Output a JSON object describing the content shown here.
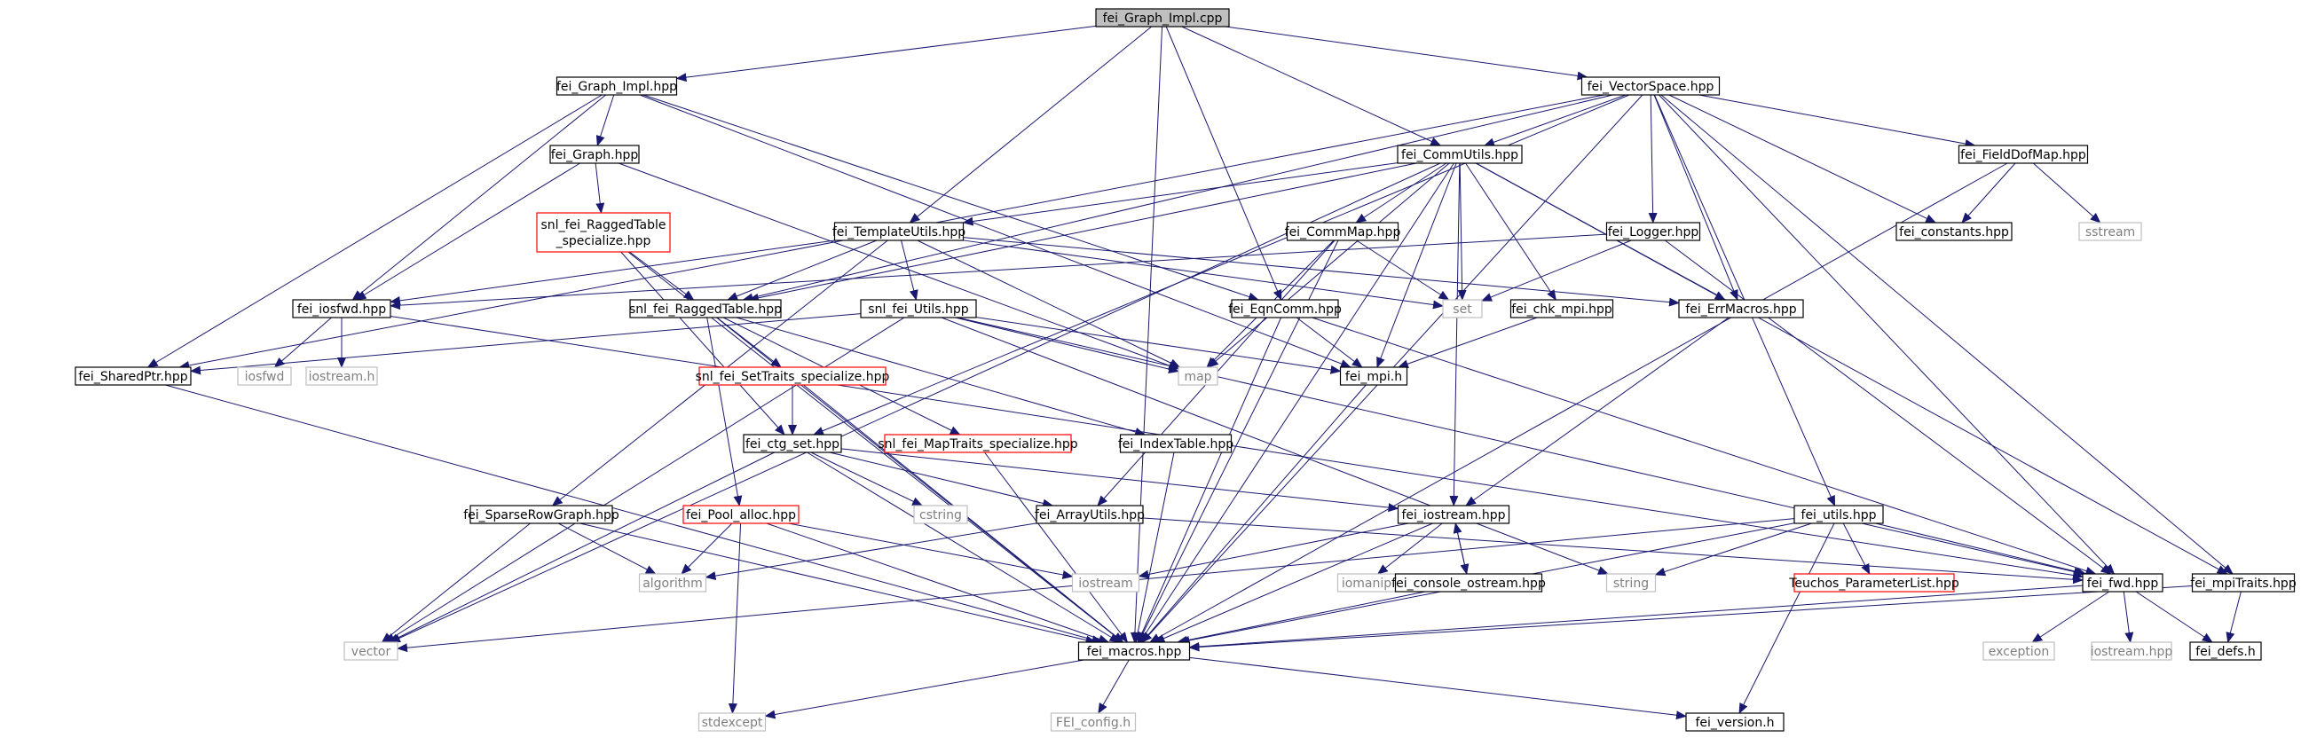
{
  "title": "fei_Graph_Impl.cpp",
  "nodes": [
    {
      "id": "root",
      "label": "fei_Graph_Impl.cpp",
      "style": "root"
    },
    {
      "id": "graph_impl_hpp",
      "label": "fei_Graph_Impl.hpp",
      "style": "normal"
    },
    {
      "id": "vectorspace",
      "label": "fei_VectorSpace.hpp",
      "style": "normal"
    },
    {
      "id": "graph_hpp",
      "label": "fei_Graph.hpp",
      "style": "normal"
    },
    {
      "id": "commutils",
      "label": "fei_CommUtils.hpp",
      "style": "normal"
    },
    {
      "id": "fielddofmap",
      "label": "fei_FieldDofMap.hpp",
      "style": "normal"
    },
    {
      "id": "snl_ragged_spec",
      "label": "snl_fei_RaggedTable\n_specialize.hpp",
      "style": "red"
    },
    {
      "id": "templateutils",
      "label": "fei_TemplateUtils.hpp",
      "style": "normal"
    },
    {
      "id": "commmap",
      "label": "fei_CommMap.hpp",
      "style": "normal"
    },
    {
      "id": "logger",
      "label": "fei_Logger.hpp",
      "style": "normal"
    },
    {
      "id": "constants",
      "label": "fei_constants.hpp",
      "style": "normal"
    },
    {
      "id": "sstream",
      "label": "sstream",
      "style": "gray"
    },
    {
      "id": "iosfwd_hpp",
      "label": "fei_iosfwd.hpp",
      "style": "normal"
    },
    {
      "id": "snl_ragged",
      "label": "snl_fei_RaggedTable.hpp",
      "style": "normal"
    },
    {
      "id": "snl_utils",
      "label": "snl_fei_Utils.hpp",
      "style": "normal"
    },
    {
      "id": "eqncomm",
      "label": "fei_EqnComm.hpp",
      "style": "normal"
    },
    {
      "id": "set",
      "label": "set",
      "style": "gray"
    },
    {
      "id": "chk_mpi",
      "label": "fei_chk_mpi.hpp",
      "style": "normal"
    },
    {
      "id": "errmacros",
      "label": "fei_ErrMacros.hpp",
      "style": "normal"
    },
    {
      "id": "sharedptr",
      "label": "fei_SharedPtr.hpp",
      "style": "normal"
    },
    {
      "id": "iosfwd",
      "label": "iosfwd",
      "style": "gray"
    },
    {
      "id": "iostream_h",
      "label": "iostream.h",
      "style": "gray"
    },
    {
      "id": "settraits",
      "label": "snl_fei_SetTraits_specialize.hpp",
      "style": "red"
    },
    {
      "id": "map",
      "label": "map",
      "style": "gray"
    },
    {
      "id": "mpi_h",
      "label": "fei_mpi.h",
      "style": "normal"
    },
    {
      "id": "ctg_set",
      "label": "fei_ctg_set.hpp",
      "style": "normal"
    },
    {
      "id": "maptraits",
      "label": "snl_fei_MapTraits_specialize.hpp",
      "style": "red"
    },
    {
      "id": "indextable",
      "label": "fei_IndexTable.hpp",
      "style": "normal"
    },
    {
      "id": "sparserowgraph",
      "label": "fei_SparseRowGraph.hpp",
      "style": "normal"
    },
    {
      "id": "pool_alloc",
      "label": "fei_Pool_alloc.hpp",
      "style": "red"
    },
    {
      "id": "cstring",
      "label": "cstring",
      "style": "gray"
    },
    {
      "id": "arrayutils",
      "label": "fei_ArrayUtils.hpp",
      "style": "normal"
    },
    {
      "id": "iostream_hpp",
      "label": "fei_iostream.hpp",
      "style": "normal"
    },
    {
      "id": "utils",
      "label": "fei_utils.hpp",
      "style": "normal"
    },
    {
      "id": "algorithm",
      "label": "algorithm",
      "style": "gray"
    },
    {
      "id": "iostream",
      "label": "iostream",
      "style": "gray"
    },
    {
      "id": "iomanip",
      "label": "iomanip",
      "style": "gray"
    },
    {
      "id": "console_ostream",
      "label": "fei_console_ostream.hpp",
      "style": "normal"
    },
    {
      "id": "string",
      "label": "string",
      "style": "gray"
    },
    {
      "id": "teuchos",
      "label": "Teuchos_ParameterList.hpp",
      "style": "red"
    },
    {
      "id": "fwd",
      "label": "fei_fwd.hpp",
      "style": "normal"
    },
    {
      "id": "mpitraits",
      "label": "fei_mpiTraits.hpp",
      "style": "normal"
    },
    {
      "id": "vector",
      "label": "vector",
      "style": "gray"
    },
    {
      "id": "macros",
      "label": "fei_macros.hpp",
      "style": "normal"
    },
    {
      "id": "exception",
      "label": "exception",
      "style": "gray"
    },
    {
      "id": "iostream_hpp2",
      "label": "iostream.hpp",
      "style": "gray"
    },
    {
      "id": "defs",
      "label": "fei_defs.h",
      "style": "normal"
    },
    {
      "id": "stdexcept",
      "label": "stdexcept",
      "style": "gray"
    },
    {
      "id": "fei_config",
      "label": "FEI_config.h",
      "style": "gray"
    },
    {
      "id": "version",
      "label": "fei_version.h",
      "style": "normal"
    }
  ],
  "edges": [
    [
      "root",
      "graph_impl_hpp"
    ],
    [
      "root",
      "vectorspace"
    ],
    [
      "root",
      "templateutils"
    ],
    [
      "root",
      "commutils"
    ],
    [
      "root",
      "eqncomm"
    ],
    [
      "root",
      "macros"
    ],
    [
      "graph_impl_hpp",
      "graph_hpp"
    ],
    [
      "graph_impl_hpp",
      "iosfwd_hpp"
    ],
    [
      "graph_impl_hpp",
      "sharedptr"
    ],
    [
      "graph_impl_hpp",
      "eqncomm"
    ],
    [
      "graph_impl_hpp",
      "mpi_h"
    ],
    [
      "vectorspace",
      "commutils"
    ],
    [
      "vectorspace",
      "fielddofmap"
    ],
    [
      "vectorspace",
      "logger"
    ],
    [
      "vectorspace",
      "constants"
    ],
    [
      "vectorspace",
      "sharedptr"
    ],
    [
      "vectorspace",
      "snl_ragged"
    ],
    [
      "vectorspace",
      "ctg_set"
    ],
    [
      "vectorspace",
      "errmacros"
    ],
    [
      "vectorspace",
      "utils"
    ],
    [
      "vectorspace",
      "fwd"
    ],
    [
      "vectorspace",
      "mpitraits"
    ],
    [
      "vectorspace",
      "macros"
    ],
    [
      "graph_hpp",
      "snl_ragged_spec"
    ],
    [
      "graph_hpp",
      "iosfwd_hpp"
    ],
    [
      "graph_hpp",
      "map"
    ],
    [
      "commutils",
      "templateutils"
    ],
    [
      "commutils",
      "commmap"
    ],
    [
      "commutils",
      "set"
    ],
    [
      "commutils",
      "chk_mpi"
    ],
    [
      "commutils",
      "errmacros"
    ],
    [
      "commutils",
      "iostream_hpp"
    ],
    [
      "commutils",
      "map"
    ],
    [
      "commutils",
      "vector"
    ],
    [
      "commutils",
      "mpi_h"
    ],
    [
      "commutils",
      "snl_ragged"
    ],
    [
      "commutils",
      "mpitraits"
    ],
    [
      "commutils",
      "macros"
    ],
    [
      "fielddofmap",
      "constants"
    ],
    [
      "fielddofmap",
      "sstream"
    ],
    [
      "fielddofmap",
      "macros"
    ],
    [
      "snl_ragged_spec",
      "snl_ragged"
    ],
    [
      "snl_ragged_spec",
      "ctg_set"
    ],
    [
      "snl_ragged_spec",
      "macros"
    ],
    [
      "templateutils",
      "iosfwd_hpp"
    ],
    [
      "templateutils",
      "snl_ragged"
    ],
    [
      "templateutils",
      "snl_utils"
    ],
    [
      "templateutils",
      "sparserowgraph"
    ],
    [
      "templateutils",
      "set"
    ],
    [
      "templateutils",
      "map"
    ],
    [
      "templateutils",
      "errmacros"
    ],
    [
      "commmap",
      "set"
    ],
    [
      "commmap",
      "map"
    ],
    [
      "commmap",
      "arrayutils"
    ],
    [
      "commmap",
      "macros"
    ],
    [
      "logger",
      "iosfwd_hpp"
    ],
    [
      "logger",
      "set"
    ],
    [
      "logger",
      "fwd"
    ],
    [
      "iosfwd_hpp",
      "iosfwd"
    ],
    [
      "iosfwd_hpp",
      "iostream_h"
    ],
    [
      "iosfwd_hpp",
      "fwd"
    ],
    [
      "snl_ragged",
      "settraits"
    ],
    [
      "snl_ragged",
      "maptraits"
    ],
    [
      "snl_ragged",
      "indextable"
    ],
    [
      "snl_ragged",
      "pool_alloc"
    ],
    [
      "snl_ragged",
      "macros"
    ],
    [
      "snl_utils",
      "map"
    ],
    [
      "snl_utils",
      "mpi_h"
    ],
    [
      "snl_utils",
      "vector"
    ],
    [
      "snl_utils",
      "string"
    ],
    [
      "snl_utils",
      "fwd"
    ],
    [
      "snl_utils",
      "sharedptr"
    ],
    [
      "eqncomm",
      "mpi_h"
    ],
    [
      "eqncomm",
      "fwd"
    ],
    [
      "eqncomm",
      "macros"
    ],
    [
      "chk_mpi",
      "mpi_h"
    ],
    [
      "errmacros",
      "iostream_hpp"
    ],
    [
      "sharedptr",
      "macros"
    ],
    [
      "settraits",
      "ctg_set"
    ],
    [
      "settraits",
      "macros"
    ],
    [
      "mpi_h",
      "macros"
    ],
    [
      "ctg_set",
      "cstring"
    ],
    [
      "ctg_set",
      "arrayutils"
    ],
    [
      "ctg_set",
      "iostream_hpp"
    ],
    [
      "ctg_set",
      "vector"
    ],
    [
      "ctg_set",
      "macros"
    ],
    [
      "maptraits",
      "macros"
    ],
    [
      "indextable",
      "macros"
    ],
    [
      "sparserowgraph",
      "vector"
    ],
    [
      "sparserowgraph",
      "algorithm"
    ],
    [
      "sparserowgraph",
      "macros"
    ],
    [
      "pool_alloc",
      "algorithm"
    ],
    [
      "pool_alloc",
      "stdexcept"
    ],
    [
      "pool_alloc",
      "iostream"
    ],
    [
      "pool_alloc",
      "macros"
    ],
    [
      "arrayutils",
      "algorithm"
    ],
    [
      "arrayutils",
      "fwd"
    ],
    [
      "iostream_hpp",
      "iostream"
    ],
    [
      "iostream_hpp",
      "iomanip"
    ],
    [
      "iostream_hpp",
      "console_ostream"
    ],
    [
      "iostream_hpp",
      "macros"
    ],
    [
      "console_ostream",
      "iostream_hpp"
    ],
    [
      "console_ostream",
      "macros"
    ],
    [
      "utils",
      "string"
    ],
    [
      "utils",
      "vector"
    ],
    [
      "utils",
      "teuchos"
    ],
    [
      "utils",
      "fwd"
    ],
    [
      "utils",
      "macros"
    ],
    [
      "utils",
      "version"
    ],
    [
      "fwd",
      "exception"
    ],
    [
      "fwd",
      "iostream_hpp2"
    ],
    [
      "fwd",
      "defs"
    ],
    [
      "fwd",
      "macros"
    ],
    [
      "mpitraits",
      "defs"
    ],
    [
      "mpitraits",
      "macros"
    ],
    [
      "macros",
      "stdexcept"
    ],
    [
      "macros",
      "fei_config"
    ],
    [
      "macros",
      "version"
    ]
  ]
}
